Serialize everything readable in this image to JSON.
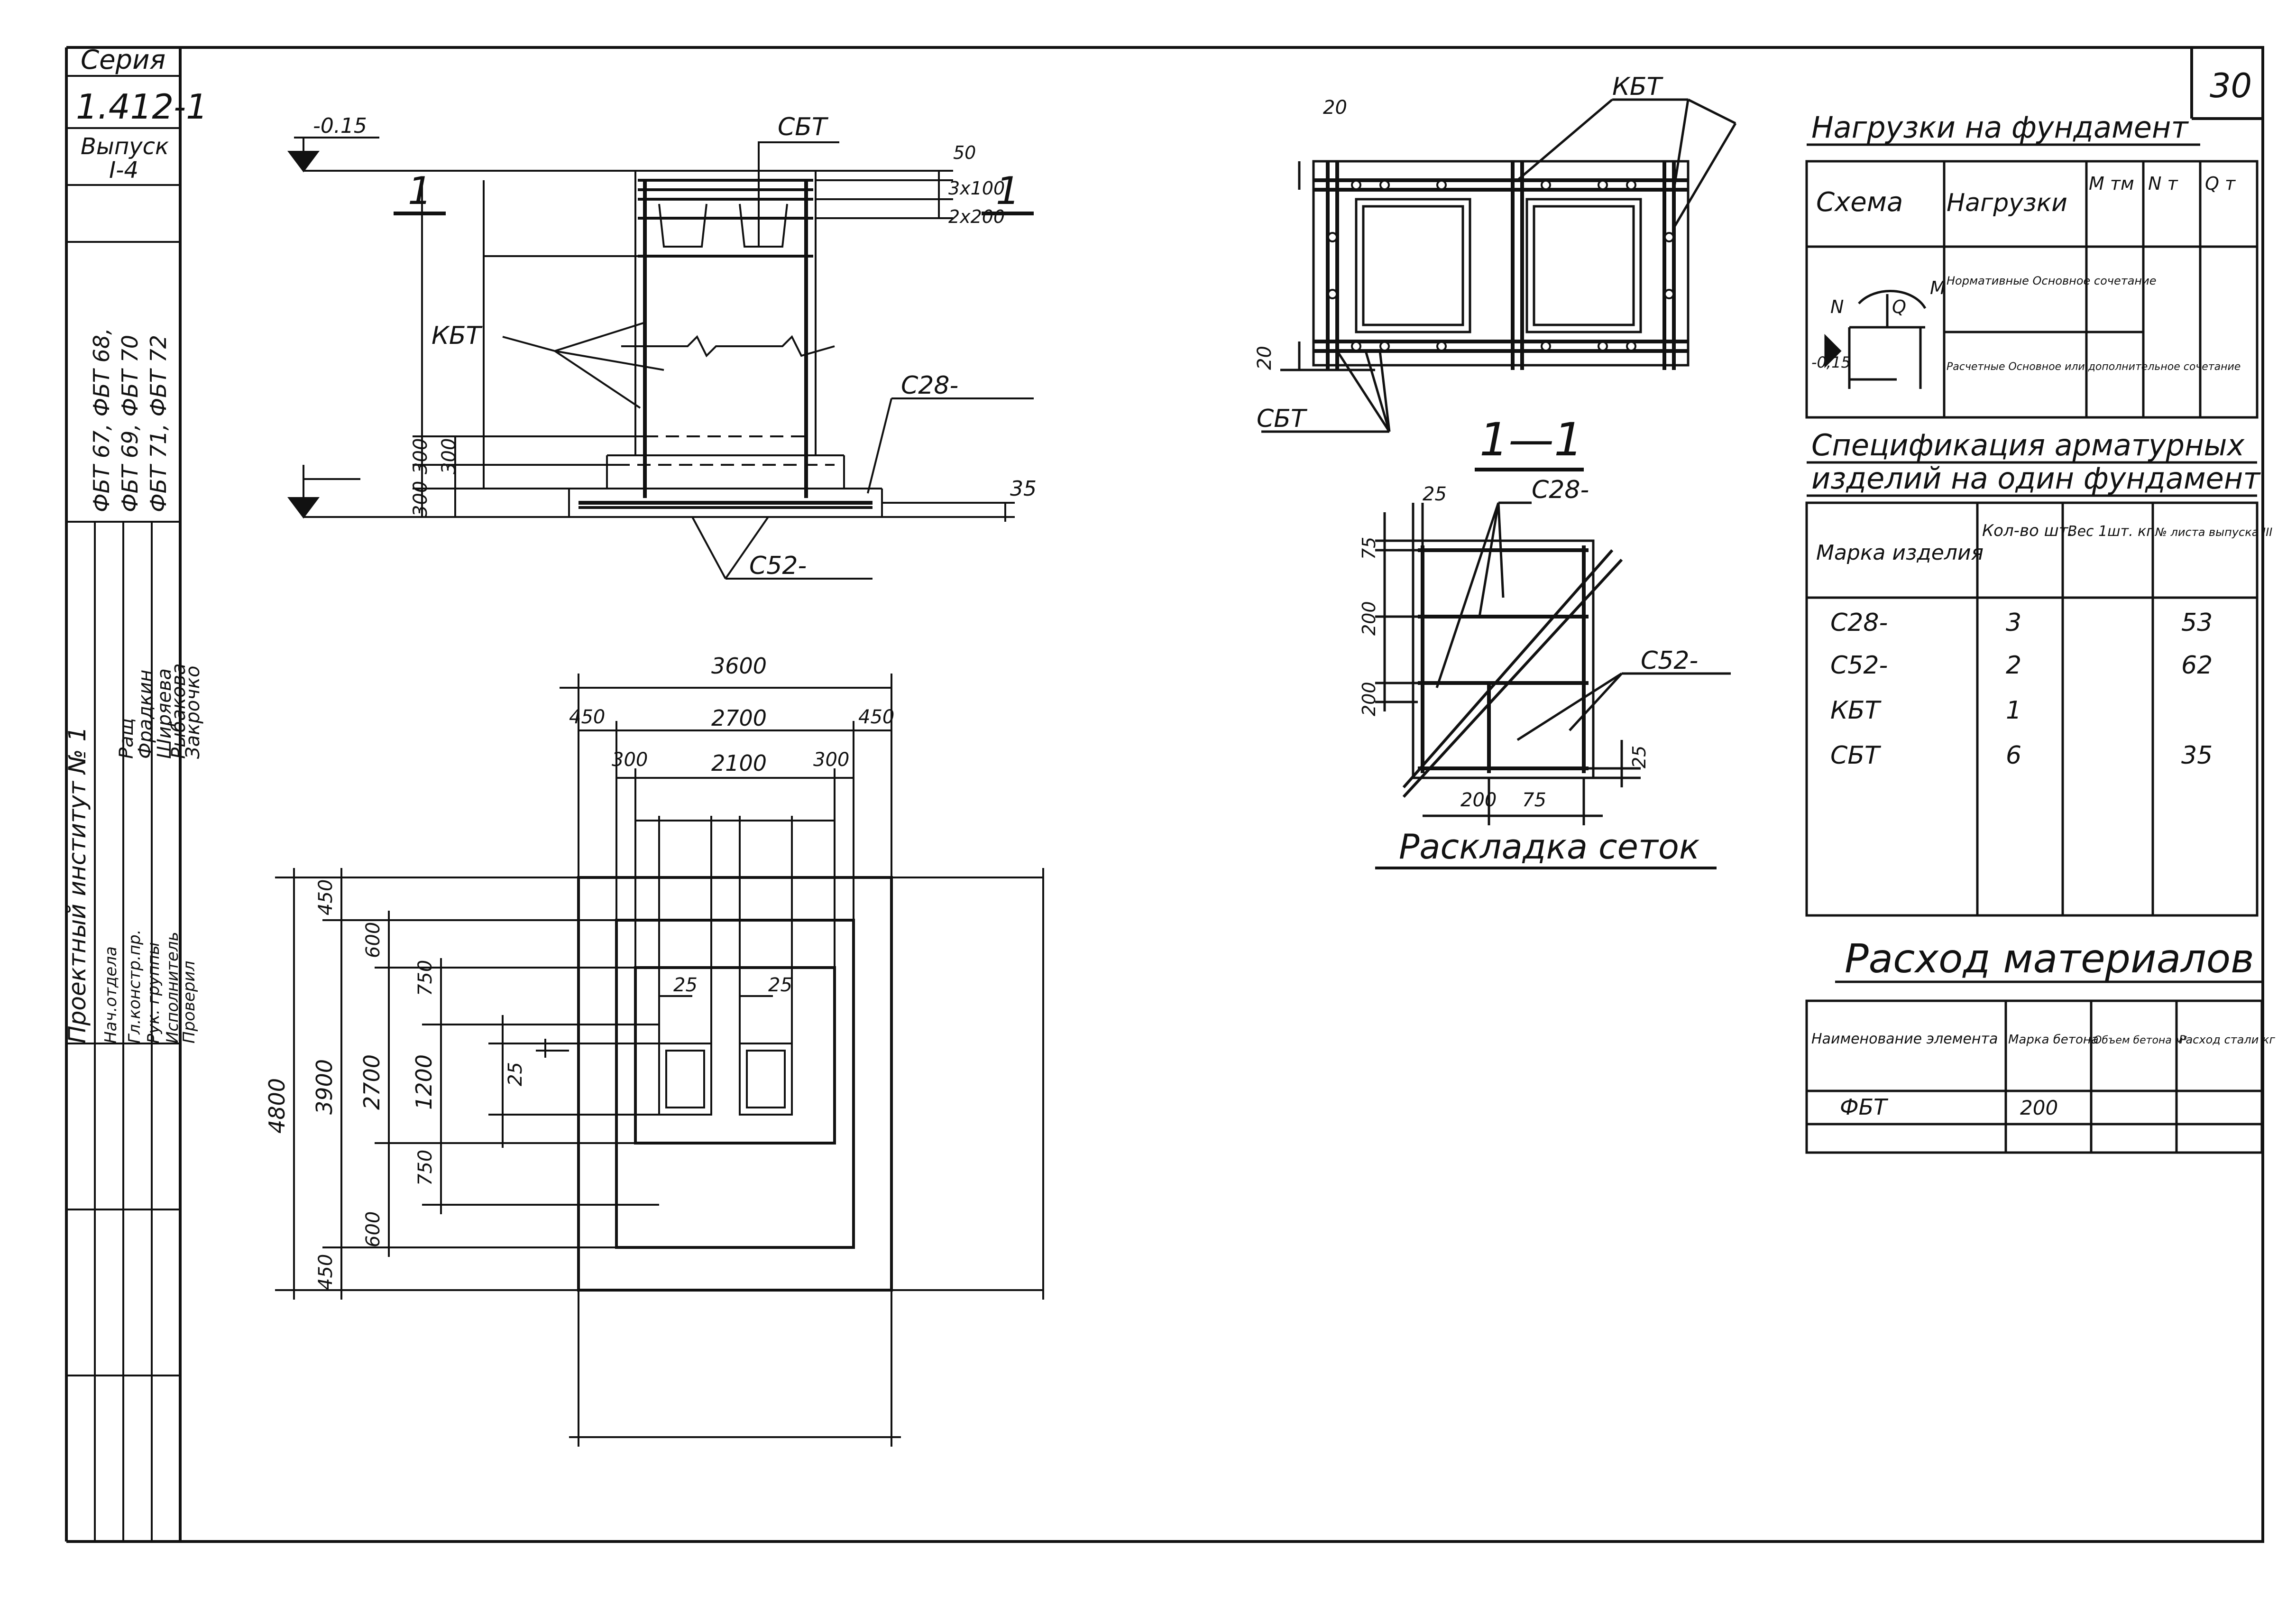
{
  "sheet": {
    "series_label": "Серия",
    "series_value": "1.412-1",
    "issue_label": "Выпуск",
    "issue_value": "I-4",
    "marks": [
      "ФБТ 67, ФБТ 68,",
      "ФБТ 69, ФБТ 70",
      "ФБТ 71, ФБТ 72"
    ],
    "sheet_number": "30",
    "institute": "Проектный институт № 1",
    "sign_table": [
      {
        "role": "Нач.отдела",
        "name": ""
      },
      {
        "role": "Гл.констр.пр.",
        "name": "Фрадкин"
      },
      {
        "role": "Рук. группы",
        "name": "Ширяева"
      },
      {
        "role": "Исполнитель",
        "name": "Рыбакова"
      },
      {
        "role": "Проверил",
        "name": "Закрочко"
      }
    ],
    "sign_table_header": "Ращ"
  },
  "elevation": {
    "level_top": "-0.15",
    "section_mark": "1",
    "labels": {
      "sbt": "СБТ",
      "kbt": "КБТ",
      "c28": "С28-",
      "c52": "С52-"
    },
    "dims": {
      "d50": "50",
      "d3x100": "3х100",
      "d2x200": "2х200",
      "d300a": "300",
      "d300b": "300",
      "d300c": "300",
      "d35": "35"
    }
  },
  "plan_view": {
    "overall_w": "3600",
    "tier_w1": "2700",
    "tier_w2": "2100",
    "edge_450_left": "450",
    "edge_450_right": "450",
    "edge_300_left": "300",
    "edge_300_right": "300",
    "overall_h": "4800",
    "h_3900": "3900",
    "h_2700": "2700",
    "h_1200": "1200",
    "h_750_top": "750",
    "h_750_bottom": "750",
    "h_600_top": "600",
    "h_600_bottom": "600",
    "h_450_top": "450",
    "h_450_bottom": "450",
    "d25_a": "25",
    "d25_b": "25",
    "d25_c": "25"
  },
  "top_cage": {
    "kbt": "КБТ",
    "sbt": "СБТ",
    "d20_top": "20",
    "d20_left": "20"
  },
  "section_11": {
    "title": "1—1",
    "c28": "С28-",
    "c52": "С52-",
    "d25_top": "25",
    "d75_left": "75",
    "d200_a": "200",
    "d200_b": "200",
    "d25_right": "25",
    "d200_bottom": "200",
    "d75_bottom": "75",
    "caption": "Раскладка сеток"
  },
  "loads_table": {
    "title": "Нагрузки на фундамент",
    "headers": [
      "Схема",
      "Нагрузки",
      "M тм",
      "N т",
      "Q т"
    ],
    "row1": "Нормативные Основное сочетание",
    "row2": "Расчетные Основное или дополнительное сочетание",
    "scheme_labels": {
      "n": "N",
      "m": "M",
      "q": "Q",
      "level": "-0,15"
    }
  },
  "spec_table": {
    "title_1": "Спецификация арматурных",
    "title_2": "изделий на один фундамент",
    "headers": [
      "Марка изделия",
      "Кол-во шт.",
      "Вес 1шт. кг",
      "№ листа выпуска III"
    ],
    "rows": [
      {
        "mark": "С28-",
        "qty": "3",
        "weight": "",
        "sheet": "53"
      },
      {
        "mark": "С52-",
        "qty": "2",
        "weight": "",
        "sheet": "62"
      },
      {
        "mark": "КБТ",
        "qty": "1",
        "weight": "",
        "sheet": ""
      },
      {
        "mark": "СБТ",
        "qty": "6",
        "weight": "",
        "sheet": "35"
      }
    ]
  },
  "materials_table": {
    "title": "Расход материалов",
    "headers": [
      "Наименование элемента",
      "Марка бетона",
      "Объем бетона м³",
      "Расход стали кг"
    ],
    "rows": [
      {
        "name": "ФБТ",
        "grade": "200",
        "volume": "",
        "steel": ""
      }
    ]
  }
}
